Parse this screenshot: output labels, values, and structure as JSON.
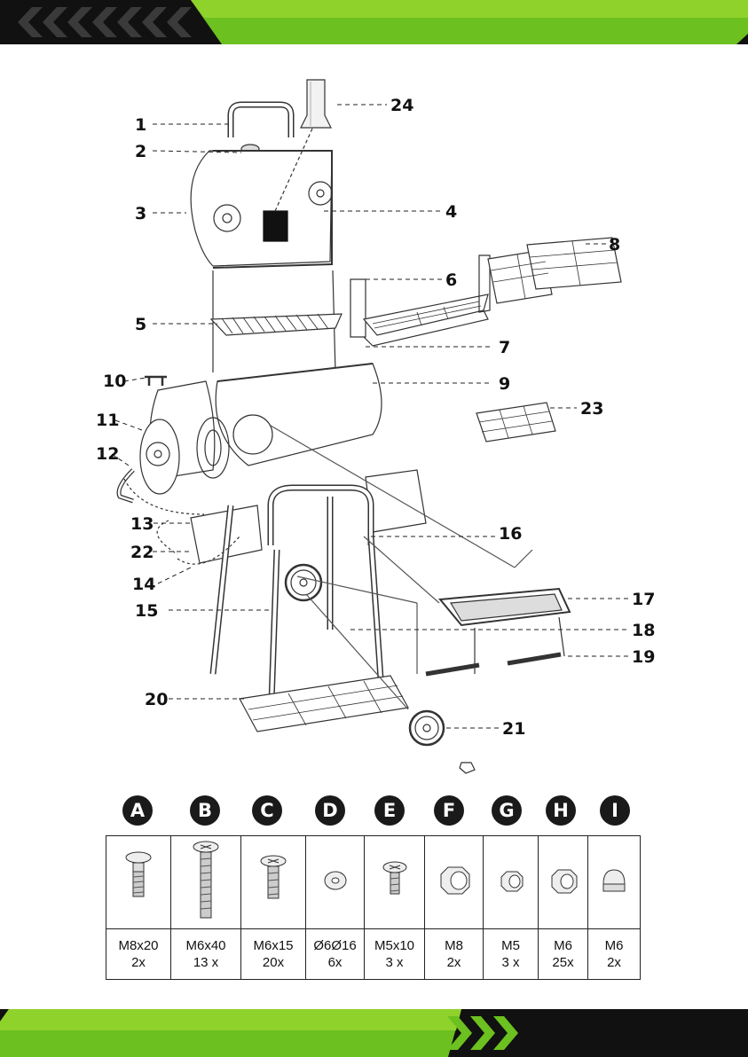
{
  "colors": {
    "banner_green_light": "#8fd22b",
    "banner_green_dark": "#3f8f0e",
    "banner_black": "#111111"
  },
  "callouts": [
    "1",
    "2",
    "3",
    "4",
    "5",
    "6",
    "7",
    "8",
    "9",
    "10",
    "11",
    "12",
    "13",
    "14",
    "15",
    "16",
    "17",
    "18",
    "19",
    "20",
    "21",
    "22",
    "23",
    "24"
  ],
  "hardware": [
    {
      "letter": "A",
      "spec": "M8x20",
      "qty": "2x",
      "icon": "carriage-bolt-short-icon"
    },
    {
      "letter": "B",
      "spec": "M6x40",
      "qty": "13 x",
      "icon": "long-bolt-icon"
    },
    {
      "letter": "C",
      "spec": "M6x15",
      "qty": "20x",
      "icon": "bolt-icon"
    },
    {
      "letter": "D",
      "spec": "Ø6Ø16",
      "qty": "6x",
      "icon": "washer-icon"
    },
    {
      "letter": "E",
      "spec": "M5x10",
      "qty": "3 x",
      "icon": "small-bolt-icon"
    },
    {
      "letter": "F",
      "spec": "M8",
      "qty": "2x",
      "icon": "hex-nut-large-icon"
    },
    {
      "letter": "G",
      "spec": "M5",
      "qty": "3 x",
      "icon": "hex-nut-small-icon"
    },
    {
      "letter": "H",
      "spec": "M6",
      "qty": "25x",
      "icon": "hex-nut-icon"
    },
    {
      "letter": "I",
      "spec": "M6",
      "qty": "2x",
      "icon": "cap-nut-icon"
    }
  ]
}
